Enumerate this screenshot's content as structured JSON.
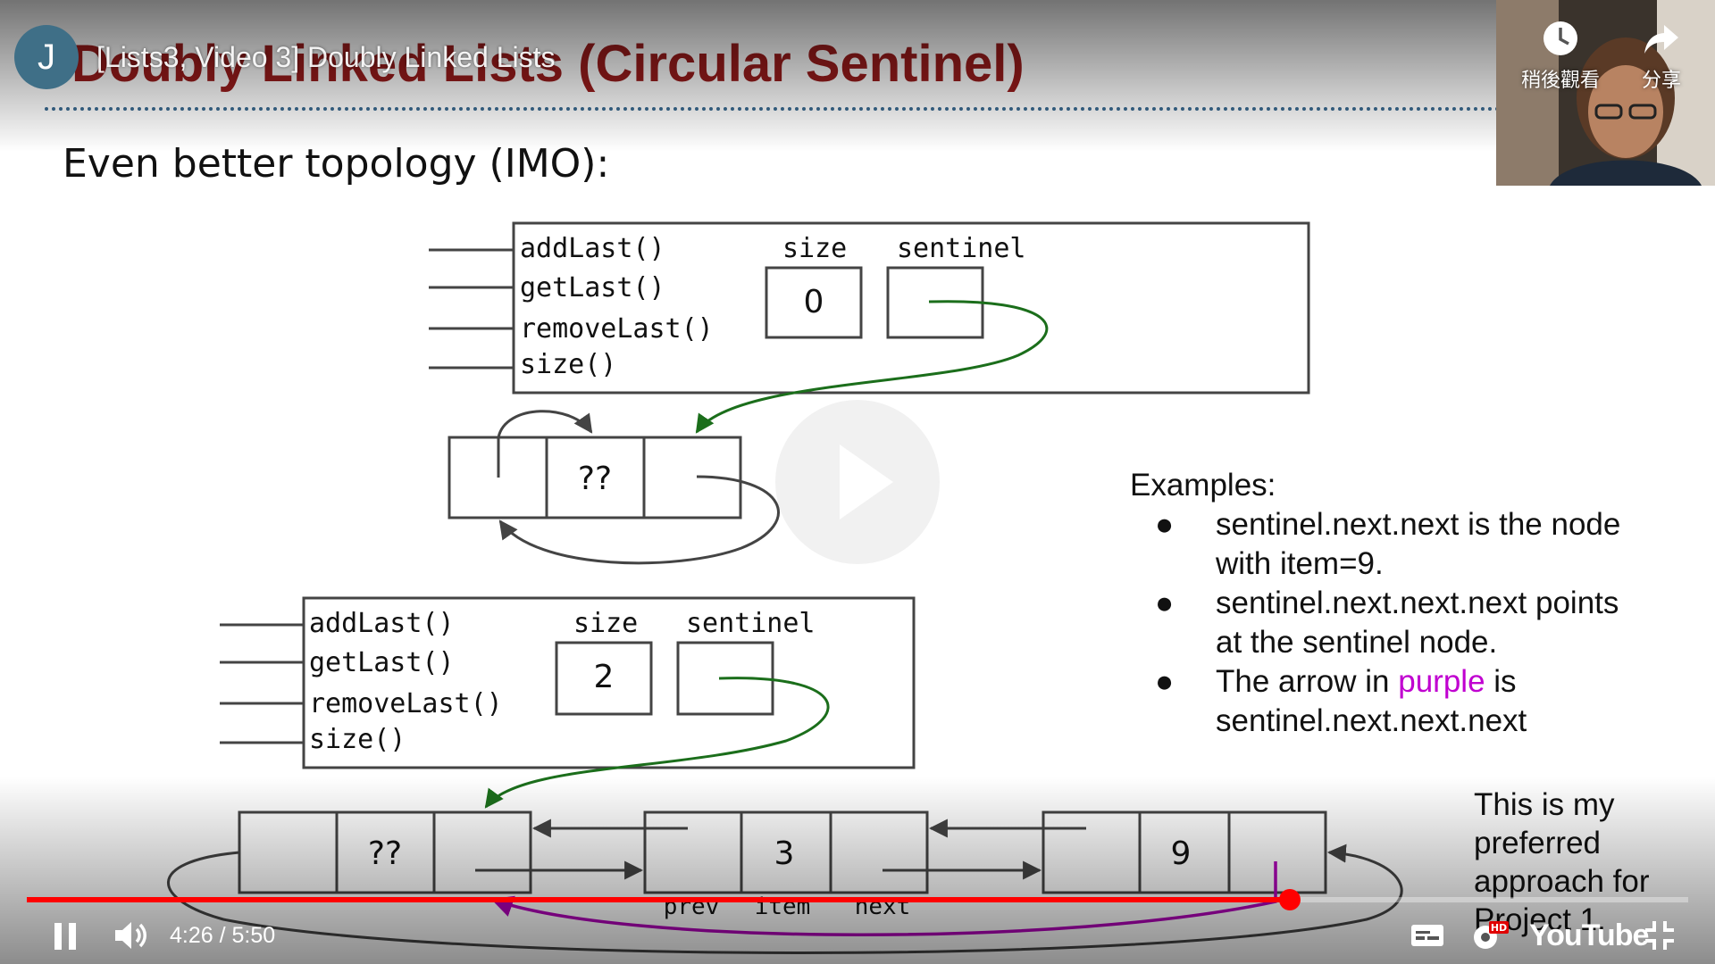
{
  "slide": {
    "title": "Doubly Linked Lists (Circular Sentinel)",
    "subtitle": "Even better topology (IMO):",
    "diagram_top": {
      "methods": [
        "addLast()",
        "getLast()",
        "removeLast()",
        "size()"
      ],
      "size_label": "size",
      "sentinel_label": "sentinel",
      "size_value": "0",
      "sentinel_node_item": "??"
    },
    "diagram_bottom": {
      "methods": [
        "addLast()",
        "getLast()",
        "removeLast()",
        "size()"
      ],
      "size_label": "size",
      "sentinel_label": "sentinel",
      "size_value": "2",
      "nodes": [
        "??",
        "3",
        "9"
      ],
      "field_labels": [
        "prev",
        "item",
        "next"
      ]
    },
    "examples": {
      "heading": "Examples:",
      "items": [
        {
          "text": "sentinel.next.next is the node with item=9."
        },
        {
          "text": "sentinel.next.next.next points at the sentinel node."
        },
        {
          "pre": "The arrow in ",
          "highlight": "purple",
          "post": " is sentinel.next.next.next"
        }
      ]
    },
    "preferred_note": "This is my preferred approach for Project 1."
  },
  "player": {
    "channel_initial": "J",
    "video_title": "[Lists3, Video 3] Doubly Linked Lists",
    "watch_later_label": "稍後觀看",
    "share_label": "分享",
    "time_current": "4:26",
    "time_total": "5:50",
    "progress_fraction": 0.76,
    "logo_text": "YouTube",
    "hd_badge": "HD"
  },
  "colors": {
    "title": "#9a1c1c",
    "green_arrow": "#1b6e1b",
    "purple_arrow": "#b000b8",
    "progress": "#ff0000"
  }
}
